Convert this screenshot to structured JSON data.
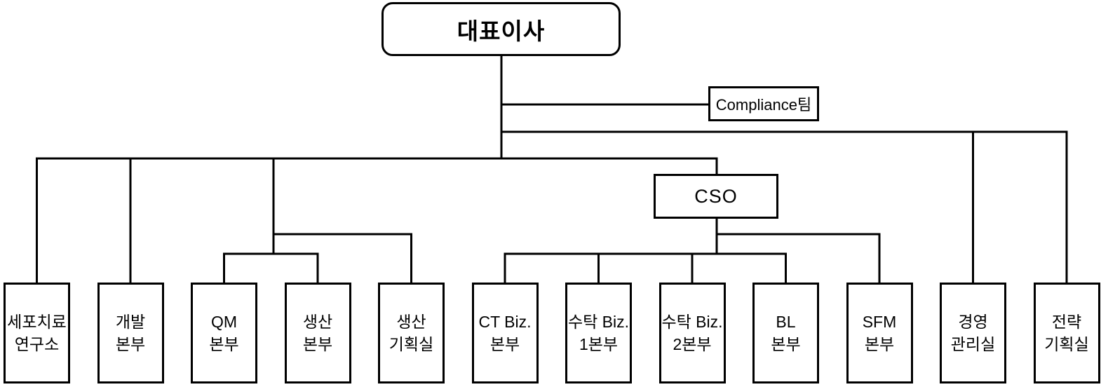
{
  "diagram": {
    "type": "organization-chart",
    "background_color": "#ffffff",
    "line_color": "#000000",
    "box_border_color": "#000000",
    "text_color": "#000000",
    "ceo": {
      "label": "대표이사"
    },
    "compliance": {
      "label": "Compliance팀",
      "parent": "대표이사"
    },
    "cso": {
      "label": "CSO",
      "parent": "대표이사"
    },
    "departments": [
      {
        "line1": "세포치료",
        "line2": "연구소",
        "parent": "대표이사"
      },
      {
        "line1": "개발",
        "line2": "본부",
        "parent": "대표이사"
      },
      {
        "line1": "QM",
        "line2": "본부",
        "parent": "대표이사"
      },
      {
        "line1": "생산",
        "line2": "본부",
        "parent": "대표이사"
      },
      {
        "line1": "생산",
        "line2": "기획실",
        "parent": "대표이사"
      },
      {
        "line1": "CT Biz.",
        "line2": "본부",
        "parent": "CSO"
      },
      {
        "line1": "수탁 Biz.",
        "line2": "1본부",
        "parent": "CSO"
      },
      {
        "line1": "수탁 Biz.",
        "line2": "2본부",
        "parent": "CSO"
      },
      {
        "line1": "BL",
        "line2": "본부",
        "parent": "CSO"
      },
      {
        "line1": "SFM",
        "line2": "본부",
        "parent": "CSO"
      },
      {
        "line1": "경영",
        "line2": "관리실",
        "parent": "대표이사"
      },
      {
        "line1": "전략",
        "line2": "기획실",
        "parent": "대표이사"
      }
    ]
  }
}
